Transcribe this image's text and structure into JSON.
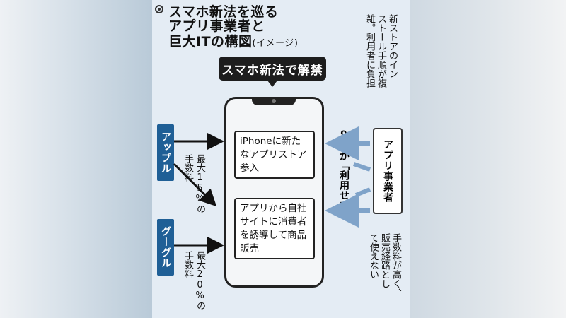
{
  "title": {
    "line1": "スマホ新法を巡る",
    "line2": "アプリ事業者と",
    "line3_main": "巨大ITの構図",
    "line3_note": "(イメージ)"
  },
  "ban_label": "スマホ新法で解禁",
  "phone": {
    "box1": "iPhoneに新たなアプリストア参入",
    "box2": "アプリから自社サイトに消費者を誘導して商品販売"
  },
  "companies": {
    "apple": "アップル",
    "google": "グーグル"
  },
  "fees": {
    "apple": "最大15%の\n手数料",
    "google": "最大20%の\n手数料"
  },
  "app_business": "アプリ事業者",
  "ninety_percent": "9割が「利用せず」",
  "notes": {
    "top": "新ストアのイン\nストール手順が複\n雑。利用者に負担",
    "bottom": "手数料が高く、\n販売経路とし\nて使えない"
  },
  "colors": {
    "company_blue": "#1f5f96",
    "arrow_blue": "#7fa3c9",
    "panel_bg": "#e4ecf4"
  }
}
